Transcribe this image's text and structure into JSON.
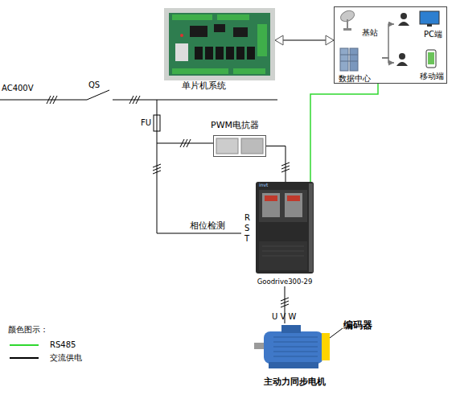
{
  "diagram": {
    "nodes": [
      {
        "text": [
          "单片机系统"
        ]
      },
      {
        "text": []
      },
      {
        "text": [
          "基站"
        ],
        "in": 1
      },
      {
        "text": [
          "数据中心"
        ],
        "in": 1
      },
      {
        "text": [
          "PC端"
        ],
        "in": 1
      },
      {
        "text": [
          "移动端"
        ],
        "in": 1
      },
      {
        "text": [
          "PWM电抗器"
        ]
      },
      {
        "text": [
          "Goodrive300-29"
        ]
      },
      {
        "text": [
          "主动力同步电机"
        ]
      }
    ],
    "edges": [
      {
        "from": 0,
        "to": 1,
        "arrow": "both"
      },
      {
        "from": 3,
        "to": 4,
        "arrow": "to"
      },
      {
        "from": 3,
        "to": 5,
        "arrow": "to"
      },
      {
        "from": 1,
        "to": 7,
        "arrow": "none"
      },
      {
        "from": 6,
        "to": 7,
        "arrow": "none"
      },
      {
        "from": 7,
        "to": 8,
        "arrow": "none"
      }
    ],
    "labels": [
      "AC400V",
      "QS",
      "FU",
      "相位检测",
      "R",
      "S",
      "T",
      "invt",
      "U V W",
      "编码器",
      "颜色图示："
    ],
    "legend": [
      {
        "text": "RS485"
      },
      {
        "text": "交流供电"
      }
    ]
  }
}
